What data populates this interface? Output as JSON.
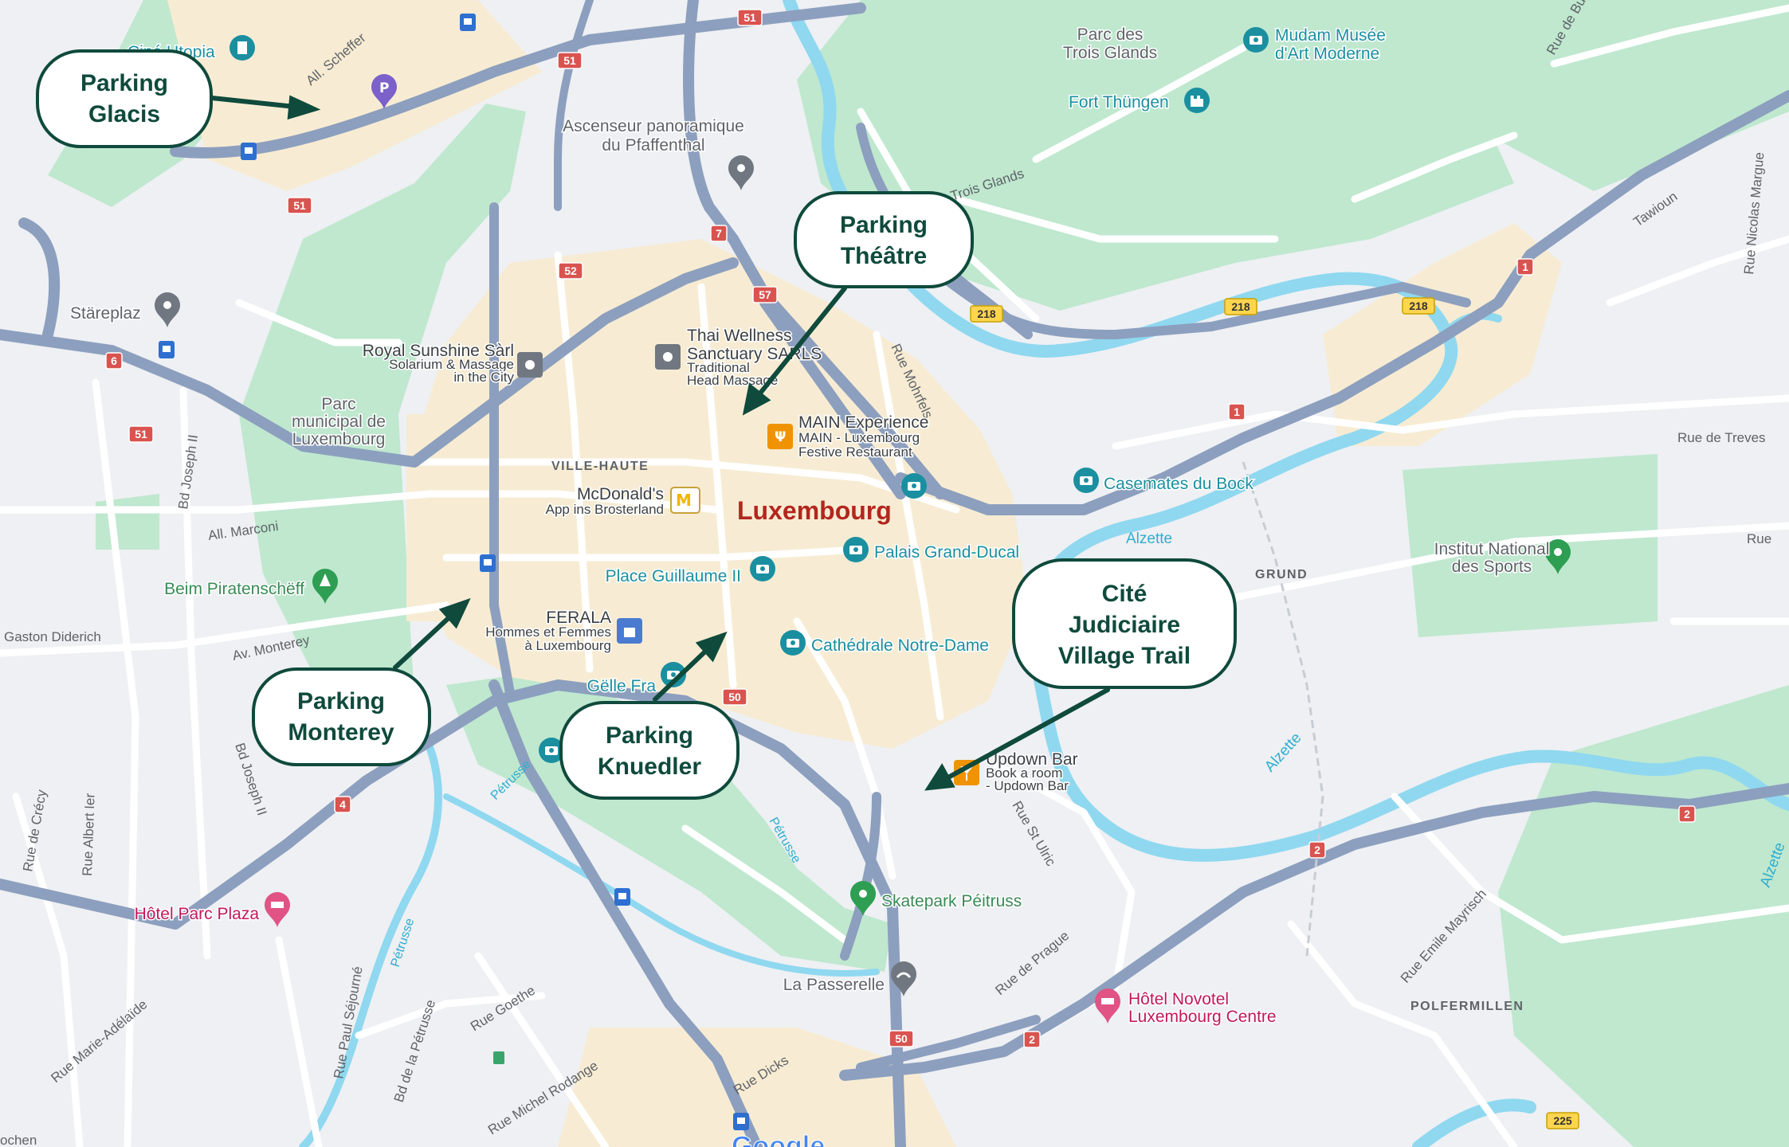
{
  "colors": {
    "land": "#eef0f3",
    "park": "#bfe8cf",
    "urban": "#f7ecd3",
    "water": "#8fd8f0",
    "road_major": "#8d9fbe",
    "road_minor": "#ffffff",
    "callout_border": "#0f4a3c",
    "callout_fill": "#ffffff",
    "red_shield": "#d9534f",
    "yellow_shield": "#ffd54f",
    "teal_poi": "#1a8fa0",
    "pink_poi": "#e05384",
    "orange_poi": "#f09300",
    "gray_poi": "#707780",
    "blue_transit": "#2e6fd0"
  },
  "city": {
    "name": "Luxembourg"
  },
  "callouts": [
    {
      "id": "glacis",
      "lines": [
        "Parking",
        "Glacis"
      ]
    },
    {
      "id": "theatre",
      "lines": [
        "Parking",
        "Théâtre"
      ]
    },
    {
      "id": "monterey",
      "lines": [
        "Parking",
        "Monterey"
      ]
    },
    {
      "id": "knuedler",
      "lines": [
        "Parking",
        "Knuedler"
      ]
    },
    {
      "id": "cite",
      "lines": [
        "Cité",
        "Judiciaire",
        "Village Trail"
      ]
    }
  ],
  "places": [
    {
      "id": "parc-trois-glands",
      "lines": [
        "Parc des",
        "Trois Glands"
      ],
      "style": "place-name"
    },
    {
      "id": "mudam",
      "lines": [
        "Mudam Musée",
        "d'Art Moderne"
      ],
      "style": "poi-teal",
      "icon": "camera-icon"
    },
    {
      "id": "fort-thungen",
      "lines": [
        "Fort Thüngen"
      ],
      "style": "poi-teal",
      "icon": "castle-icon"
    },
    {
      "id": "cine-utopia",
      "lines": [
        "Ciné Utopia"
      ],
      "style": "poi-teal",
      "icon": "film-icon"
    },
    {
      "id": "ascenseur",
      "lines": [
        "Ascenseur panoramique",
        "du Pfaffenthal"
      ],
      "style": "place-name",
      "icon": "pin-icon"
    },
    {
      "id": "stareplaz",
      "lines": [
        "Stäreplaz"
      ],
      "style": "place-name",
      "icon": "pin-icon"
    },
    {
      "id": "royal-sunshine",
      "lines": [
        "Royal Sunshine Sàrl"
      ],
      "sub": [
        "Solarium & Massage",
        "in the City"
      ],
      "style": "poi-dark",
      "icon": "spa-icon"
    },
    {
      "id": "thai-wellness",
      "lines": [
        "Thai Wellness",
        "Sanctuary SARLS"
      ],
      "sub": [
        "Traditional",
        "Head Massage"
      ],
      "style": "poi-dark",
      "icon": "spa-icon"
    },
    {
      "id": "parc-municipal",
      "lines": [
        "Parc",
        "municipal de",
        "Luxembourg"
      ],
      "style": "place-name"
    },
    {
      "id": "main-experience",
      "lines": [
        "MAIN Experience"
      ],
      "sub": [
        "MAIN - Luxembourg",
        "Festive Restaurant"
      ],
      "style": "poi-dark",
      "icon": "restaurant-icon"
    },
    {
      "id": "mcdonalds",
      "lines": [
        "McDonald's"
      ],
      "sub": [
        "App ins Brosterland"
      ],
      "style": "poi-dark",
      "icon": "mcdonalds-logo-icon"
    },
    {
      "id": "casemates",
      "lines": [
        "Casemates du Bock"
      ],
      "style": "poi-teal",
      "icon": "camera-icon"
    },
    {
      "id": "palais",
      "lines": [
        "Palais Grand-Ducal"
      ],
      "style": "poi-teal",
      "icon": "camera-icon"
    },
    {
      "id": "place-guillaume",
      "lines": [
        "Place Guillaume II"
      ],
      "style": "poi-teal",
      "icon": "camera-icon"
    },
    {
      "id": "institut-sports",
      "lines": [
        "Institut National",
        "des Sports"
      ],
      "style": "place-name",
      "icon": "pin-icon"
    },
    {
      "id": "beim-piratenscheff",
      "lines": [
        "Beim Piratenschëff"
      ],
      "style": "park-name",
      "icon": "tree-icon"
    },
    {
      "id": "ferala",
      "lines": [
        "FERALA"
      ],
      "sub": [
        "Hommes et Femmes",
        "à Luxembourg"
      ],
      "style": "poi-dark",
      "icon": "shopping-icon"
    },
    {
      "id": "cathedrale",
      "lines": [
        "Cathédrale Notre-Dame"
      ],
      "style": "poi-teal",
      "icon": "camera-icon"
    },
    {
      "id": "gelle-fra",
      "lines": [
        "Gëlle Fra"
      ],
      "style": "poi-teal",
      "icon": "camera-icon"
    },
    {
      "id": "updown-bar",
      "lines": [
        "Updown Bar"
      ],
      "sub": [
        "Book a room",
        "- Updown Bar"
      ],
      "style": "poi-dark",
      "icon": "bar-icon"
    },
    {
      "id": "hotel-parc-plaza",
      "lines": [
        "Hôtel Parc Plaza"
      ],
      "style": "poi-pink",
      "icon": "bed-icon"
    },
    {
      "id": "skatepark",
      "lines": [
        "Skatepark Péitruss"
      ],
      "style": "park-name",
      "icon": "pin-icon"
    },
    {
      "id": "la-passerelle",
      "lines": [
        "La Passerelle"
      ],
      "style": "place-name",
      "icon": "bridge-icon"
    },
    {
      "id": "hotel-novotel",
      "lines": [
        "Hôtel Novotel",
        "Luxembourg Centre"
      ],
      "style": "poi-pink",
      "icon": "bed-icon"
    }
  ],
  "districts": [
    "VILLE-HAUTE",
    "GRUND",
    "POLFERMILLEN"
  ],
  "streets": [
    "All. Scheffer",
    "Rue de Bus",
    "Trois Glands",
    "Tawioun",
    "Rue Mohrfels",
    "Rue Nicolas Margue",
    "Rue de Treves",
    "Rue",
    "Bd Joseph II",
    "All. Marconi",
    "Gaston Diderich",
    "Av. Monterey",
    "Rue de Crécy",
    "Rue Albert Ier",
    "Rue St Ulric",
    "Rue de Prague",
    "Rue Emile Mayrisch",
    "Rue Marie-Adélaïde",
    "Rue Paul Séjourné",
    "Bd de la Pétrusse",
    "Rue Goethe",
    "Rue Michel Rodange",
    "Rue Dicks",
    "ochen"
  ],
  "rivers": [
    "Alzette",
    "Pétrusse"
  ],
  "shields": [
    "51",
    "52",
    "7",
    "57",
    "6",
    "4",
    "50",
    "1",
    "2",
    "218",
    "225"
  ],
  "attribution": {
    "google": "Google"
  }
}
